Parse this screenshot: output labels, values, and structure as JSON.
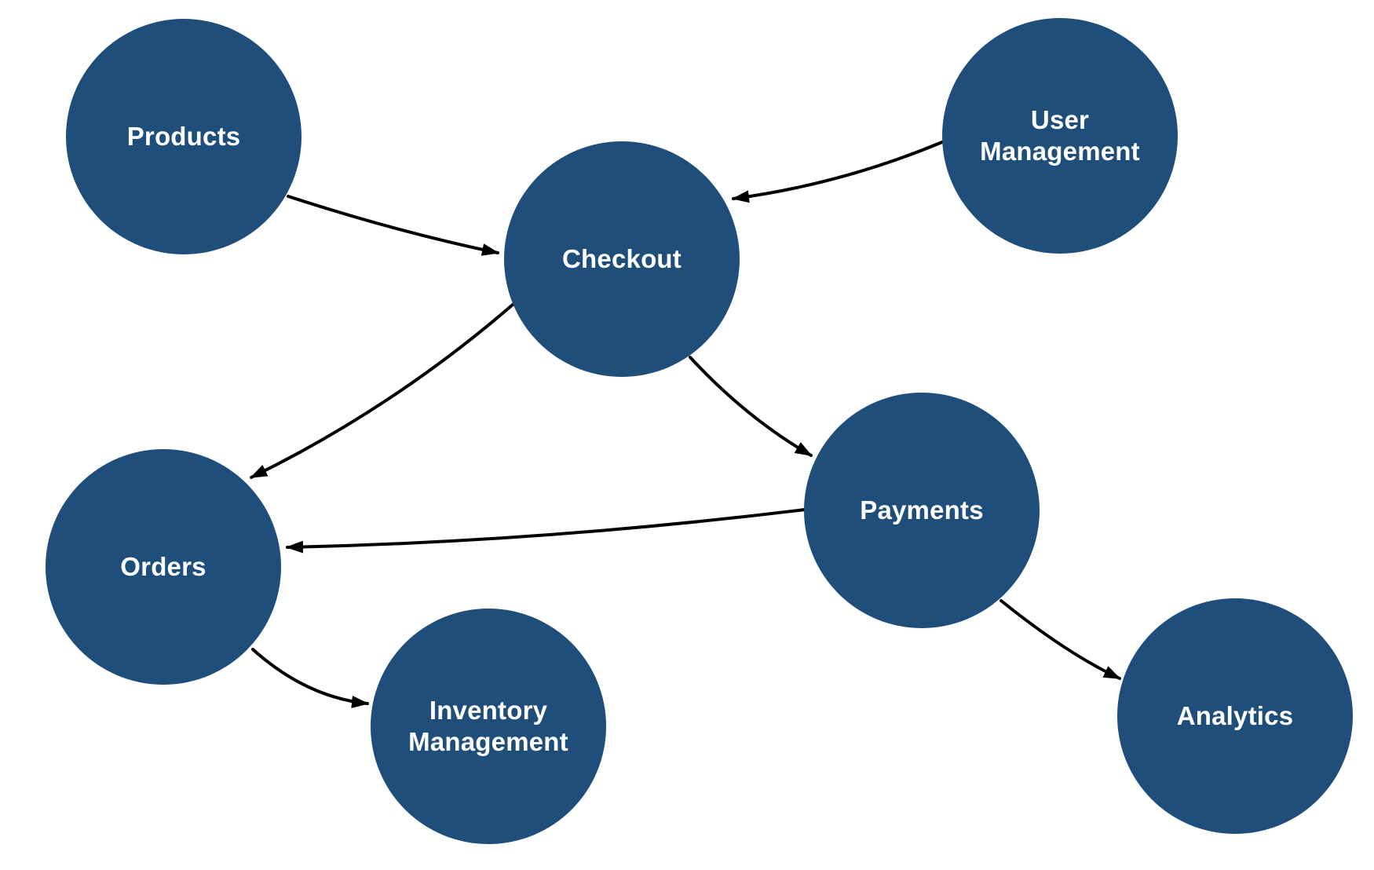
{
  "diagram": {
    "type": "flow-diagram",
    "nodes": [
      {
        "id": "products",
        "label": "Products"
      },
      {
        "id": "user_management",
        "label": "User\nManagement"
      },
      {
        "id": "checkout",
        "label": "Checkout"
      },
      {
        "id": "orders",
        "label": "Orders"
      },
      {
        "id": "payments",
        "label": "Payments"
      },
      {
        "id": "inventory_management",
        "label": "Inventory\nManagement"
      },
      {
        "id": "analytics",
        "label": "Analytics"
      }
    ],
    "edges": [
      {
        "from": "products",
        "to": "checkout",
        "direction": "arrow"
      },
      {
        "from": "user_management",
        "to": "checkout",
        "direction": "arrow"
      },
      {
        "from": "checkout",
        "to": "orders",
        "direction": "arrow"
      },
      {
        "from": "checkout",
        "to": "payments",
        "direction": "arrow"
      },
      {
        "from": "payments",
        "to": "orders",
        "direction": "arrow"
      },
      {
        "from": "orders",
        "to": "inventory_management",
        "direction": "arrow"
      },
      {
        "from": "payments",
        "to": "analytics",
        "direction": "arrow"
      }
    ],
    "colors": {
      "node_fill": "#1f4e7b",
      "node_text": "#ffffff",
      "edge": "#000000",
      "background": "#ffffff"
    }
  }
}
